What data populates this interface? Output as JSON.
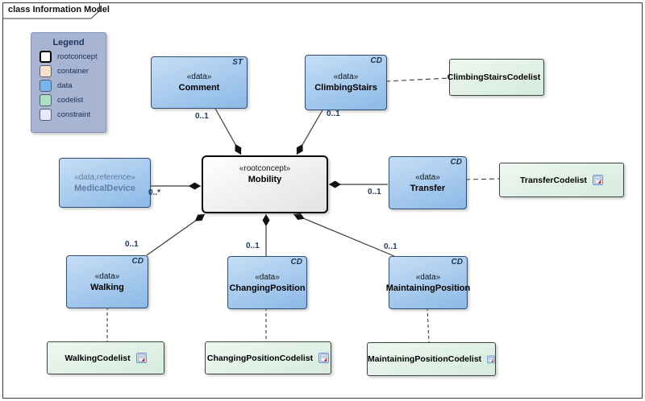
{
  "frame": {
    "title": "class Information Model"
  },
  "legend": {
    "title": "Legend",
    "items": [
      {
        "label": "rootconcept",
        "color": "#ffffff"
      },
      {
        "label": "container",
        "color": "#f7e2cd"
      },
      {
        "label": "data",
        "color": "#79b5ec"
      },
      {
        "label": "codelist",
        "color": "#aedec6"
      },
      {
        "label": "constraint",
        "color": "#e9e8fa"
      }
    ]
  },
  "nodes": {
    "comment": {
      "tag": "ST",
      "stereotype": "«data»",
      "name": "Comment"
    },
    "climbingStairs": {
      "tag": "CD",
      "stereotype": "«data»",
      "name": "ClimbingStairs"
    },
    "medicalDevice": {
      "stereotype": "«data,reference»",
      "name": "MedicalDevice"
    },
    "mobility": {
      "stereotype": "«rootconcept»",
      "name": "Mobility"
    },
    "transfer": {
      "tag": "CD",
      "stereotype": "«data»",
      "name": "Transfer"
    },
    "walking": {
      "tag": "CD",
      "stereotype": "«data»",
      "name": "Walking"
    },
    "changingPosition": {
      "tag": "CD",
      "stereotype": "«data»",
      "name": "ChangingPosition"
    },
    "maintainingPosition": {
      "tag": "CD",
      "stereotype": "«data»",
      "name": "MaintainingPosition"
    }
  },
  "codelists": {
    "climbingStairs": {
      "name": "ClimbingStairsCodelist",
      "icon": "document-icon"
    },
    "transfer": {
      "name": "TransferCodelist",
      "icon": "document-icon"
    },
    "walking": {
      "name": "WalkingCodelist",
      "icon": "document-icon"
    },
    "changingPosition": {
      "name": "ChangingPositionCodelist",
      "icon": "document-icon"
    },
    "maintainingPosition": {
      "name": "MaintainingPositionCodelist",
      "icon": "document-icon"
    }
  },
  "multiplicities": {
    "comment": "0..1",
    "climbingStairs": "0..1",
    "medicalDevice": "0..*",
    "transfer": "0..1",
    "walking": "0..1",
    "changingPosition": "0..1",
    "maintainingPosition": "0..1"
  },
  "colors": {
    "data_fill": "#8cb9e7",
    "data_border": "#2e4d74",
    "rootconcept_fill": "#f0f0f0",
    "rootconcept_border": "#0a0a0a",
    "codelist_fill": "#ddeee3",
    "legend_bg": "#a8b5d2",
    "connector": "#3a3a3a",
    "multiplicity_text": "#1e3a66",
    "reference_text": "#5d7da3"
  }
}
